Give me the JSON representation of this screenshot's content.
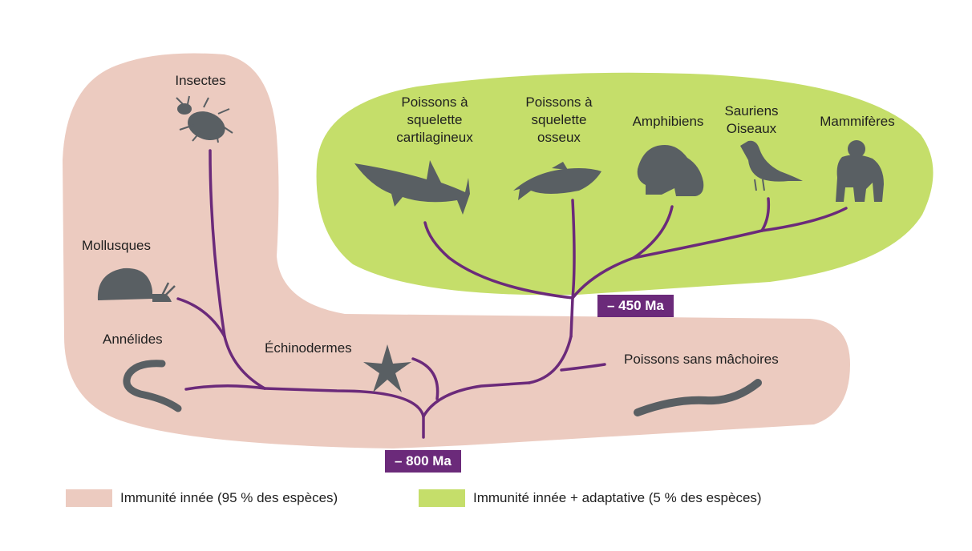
{
  "colors": {
    "innate_region": "#eccbc0",
    "adaptive_region": "#c5de6a",
    "branch": "#6b2a7a",
    "silhouette": "#595f63",
    "date_badge": "#6b2a7a"
  },
  "taxa": {
    "insectes": "Insectes",
    "mollusques": "Mollusques",
    "annelides": "Annélides",
    "echinodermes": "Échinodermes",
    "poissons_sans_machoires": "Poissons sans mâchoires",
    "poissons_cartilagineux": "Poissons à\nsquelette\ncartilagineux",
    "poissons_osseux": "Poissons à\nsquelette\nosseux",
    "amphibiens": "Amphibiens",
    "sauriens_oiseaux": "Sauriens\nOiseaux",
    "mammiferes": "Mammifères"
  },
  "nodes": {
    "root_date": "– 800 Ma",
    "gnathostome_date": "– 450 Ma"
  },
  "legend": {
    "innate": "Immunité innée (95 % des espèces)",
    "adaptive": "Immunité innée + adaptative (5 % des espèces)"
  },
  "icons": [
    "beetle-icon",
    "snail-icon",
    "worm-icon",
    "starfish-icon",
    "lamprey-icon",
    "shark-icon",
    "fish-icon",
    "frog-icon",
    "bird-icon",
    "gorilla-icon"
  ]
}
